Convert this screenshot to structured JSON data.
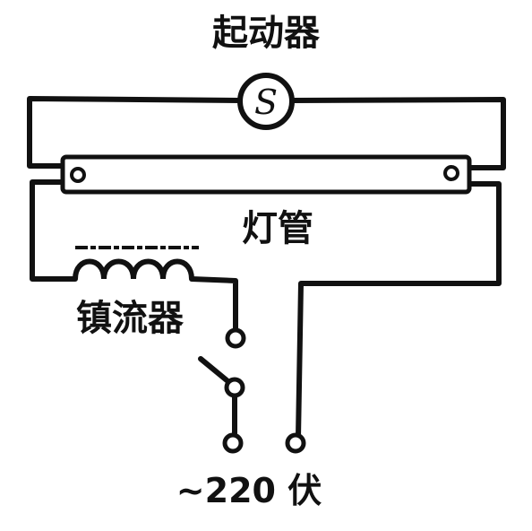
{
  "labels": {
    "starter": "起动器",
    "starter_symbol": "S",
    "tube": "灯管",
    "ballast": "镇流器",
    "supply": "~220 伏"
  }
}
